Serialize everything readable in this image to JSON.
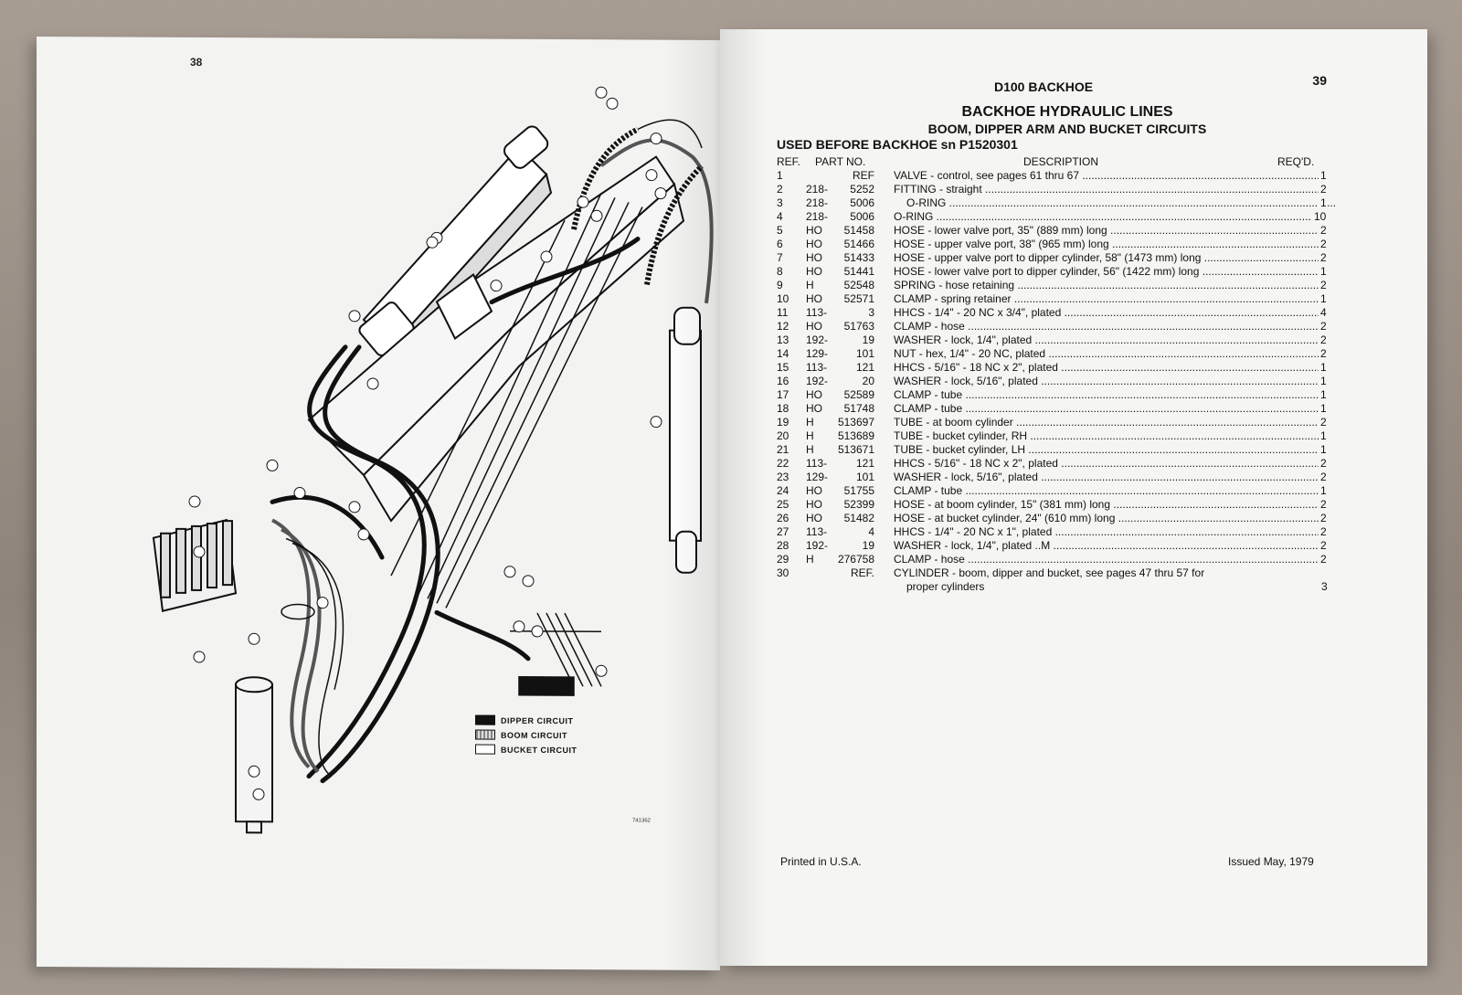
{
  "left_page": {
    "page_number": "38",
    "legend": [
      {
        "label": "DIPPER CIRCUIT",
        "fill": "#111111"
      },
      {
        "label": "BOOM CIRCUIT",
        "fill": "#bbbbbb"
      },
      {
        "label": "BUCKET CIRCUIT",
        "fill": "#ffffff"
      }
    ],
    "drawing_code": "741362"
  },
  "right_page": {
    "page_number": "39",
    "header": "D100 BACKHOE",
    "title": "BACKHOE HYDRAULIC LINES",
    "subtitle": "BOOM, DIPPER ARM AND BUCKET CIRCUITS",
    "applicability": "USED BEFORE BACKHOE sn P1520301",
    "columns": {
      "ref": "REF.",
      "part_no": "PART NO.",
      "description": "DESCRIPTION",
      "reqd": "REQ'D."
    },
    "parts": [
      {
        "ref": "1",
        "prefix": "",
        "number": "REF",
        "desc": "VALVE - control, see pages 61 thru 67",
        "qty": "1"
      },
      {
        "ref": "2",
        "prefix": "218-",
        "number": "5252",
        "desc": "FITTING - straight",
        "qty": "2"
      },
      {
        "ref": "3",
        "prefix": "218-",
        "number": "5006",
        "desc": "O-RING",
        "qty": "1",
        "indent": true
      },
      {
        "ref": "4",
        "prefix": "218-",
        "number": "5006",
        "desc": "O-RING",
        "qty": "10"
      },
      {
        "ref": "5",
        "prefix": "HO",
        "number": "51458",
        "desc": "HOSE - lower valve port, 35\" (889 mm) long",
        "qty": "2"
      },
      {
        "ref": "6",
        "prefix": "HO",
        "number": "51466",
        "desc": "HOSE - upper valve port, 38\" (965 mm) long",
        "qty": "2"
      },
      {
        "ref": "7",
        "prefix": "HO",
        "number": "51433",
        "desc": "HOSE - upper valve port to dipper cylinder, 58\" (1473 mm) long",
        "qty": "2"
      },
      {
        "ref": "8",
        "prefix": "HO",
        "number": "51441",
        "desc": "HOSE - lower valve port to dipper cylinder, 56\" (1422 mm) long",
        "qty": "1"
      },
      {
        "ref": "9",
        "prefix": "H",
        "number": "52548",
        "desc": "SPRING - hose retaining",
        "qty": "2"
      },
      {
        "ref": "10",
        "prefix": "HO",
        "number": "52571",
        "desc": "CLAMP - spring retainer",
        "qty": "1"
      },
      {
        "ref": "11",
        "prefix": "113-",
        "number": "3",
        "desc": "HHCS - 1/4\" - 20 NC x 3/4\", plated",
        "qty": "4"
      },
      {
        "ref": "12",
        "prefix": "HO",
        "number": "51763",
        "desc": "CLAMP - hose",
        "qty": "2"
      },
      {
        "ref": "13",
        "prefix": "192-",
        "number": "19",
        "desc": "WASHER - lock, 1/4\", plated",
        "qty": "2"
      },
      {
        "ref": "14",
        "prefix": "129-",
        "number": "101",
        "desc": "NUT - hex, 1/4\" - 20 NC, plated",
        "qty": "2"
      },
      {
        "ref": "15",
        "prefix": "113-",
        "number": "121",
        "desc": "HHCS - 5/16\" - 18 NC x 2\", plated",
        "qty": "1"
      },
      {
        "ref": "16",
        "prefix": "192-",
        "number": "20",
        "desc": "WASHER - lock, 5/16\", plated",
        "qty": "1"
      },
      {
        "ref": "17",
        "prefix": "HO",
        "number": "52589",
        "desc": "CLAMP - tube",
        "qty": "1"
      },
      {
        "ref": "18",
        "prefix": "HO",
        "number": "51748",
        "desc": "CLAMP - tube",
        "qty": "1"
      },
      {
        "ref": "19",
        "prefix": "H",
        "number": "513697",
        "desc": "TUBE - at boom cylinder",
        "qty": "2"
      },
      {
        "ref": "20",
        "prefix": "H",
        "number": "513689",
        "desc": "TUBE - bucket cylinder, RH",
        "qty": "1"
      },
      {
        "ref": "21",
        "prefix": "H",
        "number": "513671",
        "desc": "TUBE - bucket cylinder, LH",
        "qty": "1"
      },
      {
        "ref": "22",
        "prefix": "113-",
        "number": "121",
        "desc": "HHCS - 5/16\" - 18 NC x 2\", plated",
        "qty": "2"
      },
      {
        "ref": "23",
        "prefix": "129-",
        "number": "101",
        "desc": "WASHER - lock, 5/16\", plated",
        "qty": "2"
      },
      {
        "ref": "24",
        "prefix": "HO",
        "number": "51755",
        "desc": "CLAMP - tube",
        "qty": "1"
      },
      {
        "ref": "25",
        "prefix": "HO",
        "number": "52399",
        "desc": "HOSE - at boom cylinder, 15\" (381 mm) long",
        "qty": "2"
      },
      {
        "ref": "26",
        "prefix": "HO",
        "number": "51482",
        "desc": "HOSE - at bucket cylinder, 24\" (610 mm) long",
        "qty": "2"
      },
      {
        "ref": "27",
        "prefix": "113-",
        "number": "4",
        "desc": "HHCS - 1/4\" - 20 NC x 1\", plated",
        "qty": "2"
      },
      {
        "ref": "28",
        "prefix": "192-",
        "number": "19",
        "desc": "WASHER  -  lock,  1/4\",  plated  ..M",
        "qty": "2"
      },
      {
        "ref": "29",
        "prefix": "H",
        "number": "276758",
        "desc": "CLAMP - hose",
        "qty": "2"
      },
      {
        "ref": "30",
        "prefix": "",
        "number": "REF.",
        "desc": "CYLINDER - boom, dipper and bucket, see pages 47 thru 57 for",
        "qty": ""
      }
    ],
    "continuation": {
      "text": "proper cylinders",
      "qty": "3"
    },
    "footer_left": "Printed in U.S.A.",
    "footer_right": "Issued May, 1979"
  }
}
